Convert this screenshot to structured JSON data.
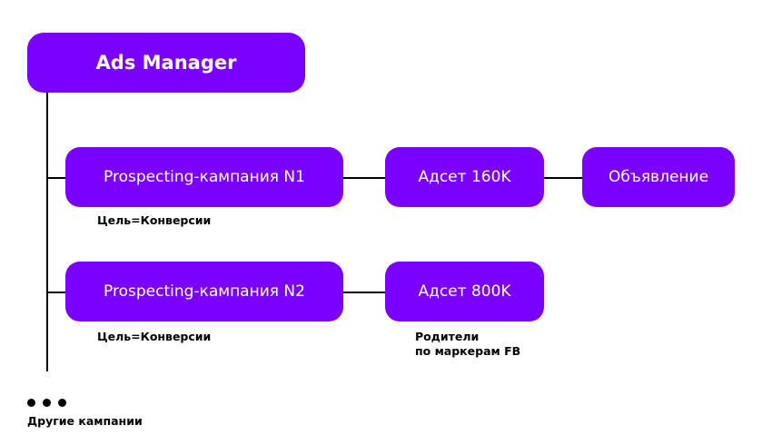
{
  "root": {
    "label": "Ads Manager"
  },
  "campaigns": [
    {
      "label": "Prospecting-кампания N1",
      "goal": "Цель=Конверсии",
      "adset": {
        "label": "Адсет 160K"
      },
      "ad": {
        "label": "Объявление"
      }
    },
    {
      "label": "Prospecting-кампания N2",
      "goal": "Цель=Конверсии",
      "adset": {
        "label": "Адсет 800K",
        "note_line1": "Родители",
        "note_line2": "по маркерам FB"
      }
    }
  ],
  "other": {
    "label": "Другие кампании"
  },
  "colors": {
    "node": "#7a00ff",
    "text": "#ffffff",
    "line": "#000000"
  }
}
